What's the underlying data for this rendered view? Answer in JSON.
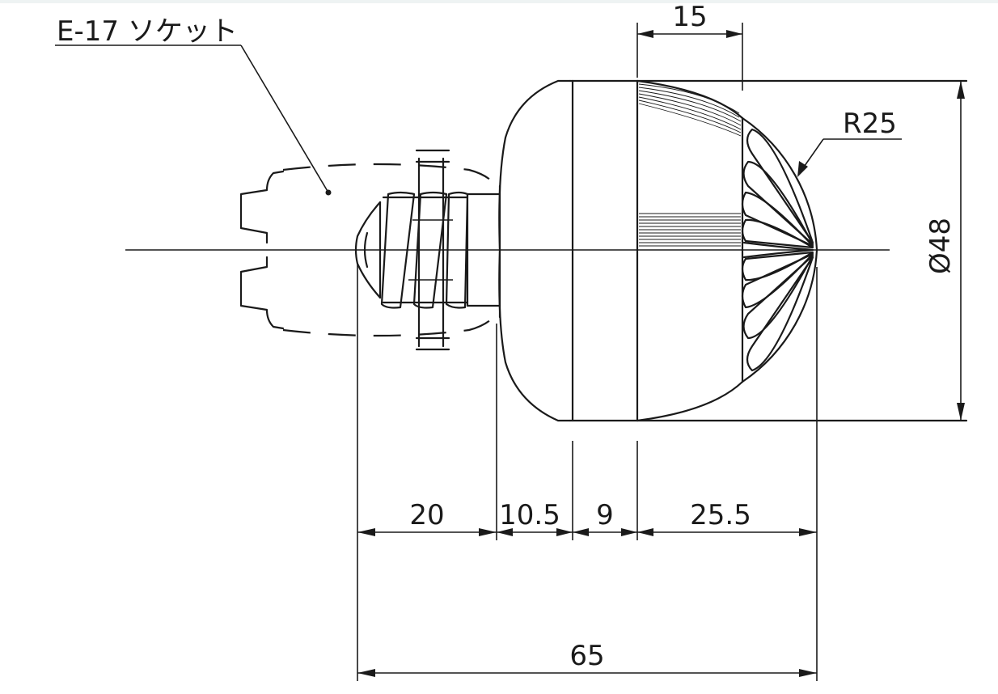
{
  "labels": {
    "socket": "E-17 ソケット",
    "radius": "R25",
    "diameter": "Ø48",
    "top_width": "15",
    "dim_base": "20",
    "dim_neck": "10.5",
    "dim_ring": "9",
    "dim_dome": "25.5",
    "dim_total": "65"
  }
}
